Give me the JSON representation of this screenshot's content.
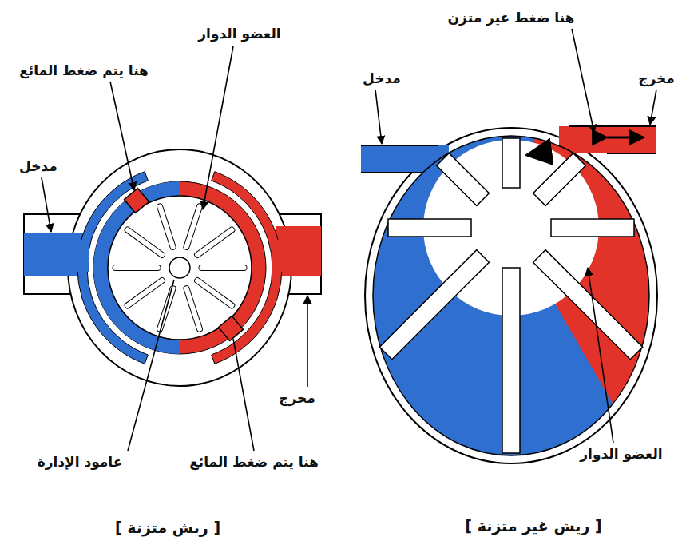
{
  "diagram": {
    "labels": [
      "العضو الدوار",
      "هنا يتم ضغط المائع",
      "مدخل",
      "مخرج",
      "عامود الإدارة",
      "هنا يتم ضغط المائع",
      "[ ريش متزنة ]",
      "هنا ضغط غير متزن",
      "مدخل",
      "مخرج",
      "العضو الدوار",
      "[ ريش غير متزنة ]"
    ]
  }
}
